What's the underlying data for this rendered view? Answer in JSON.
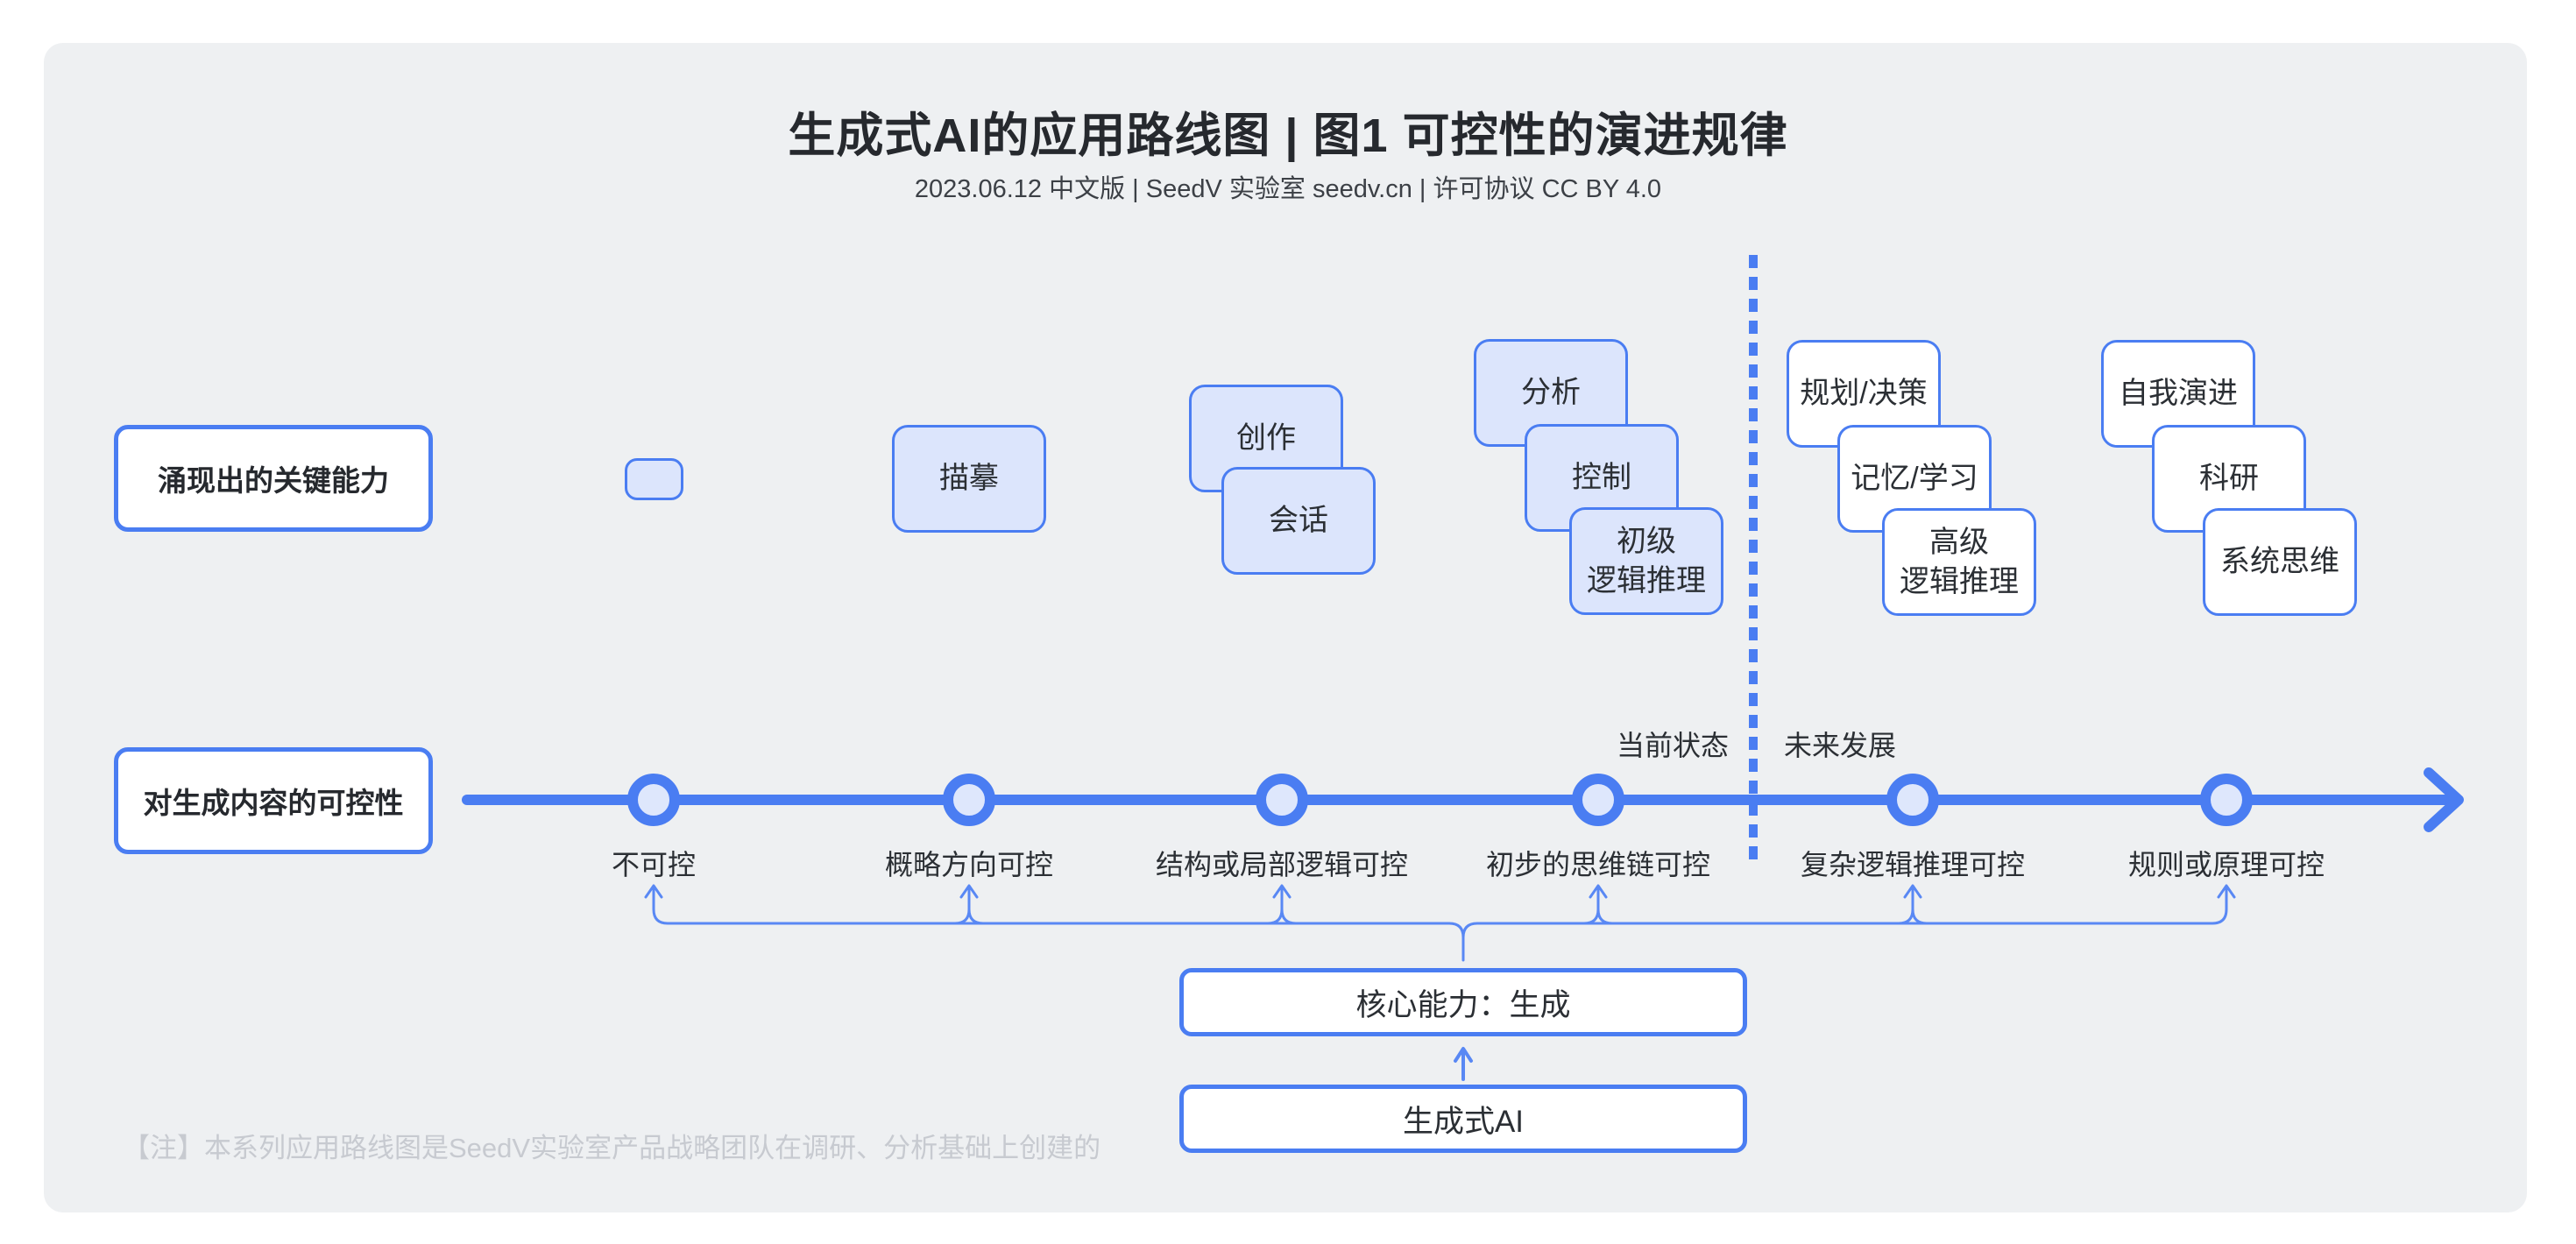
{
  "header": {
    "title": "生成式AI的应用路线图 | 图1 可控性的演进规律",
    "subtitle": "2023.06.12 中文版 | SeedV 实验室 seedv.cn | 许可协议 CC BY 4.0"
  },
  "row_labels": {
    "capabilities": "涌现出的关键能力",
    "controllability": "对生成内容的可控性"
  },
  "capability_groups": [
    {
      "cards": [
        {
          "label": ""
        }
      ]
    },
    {
      "cards": [
        {
          "label": "描摹"
        }
      ]
    },
    {
      "cards": [
        {
          "label": "创作"
        },
        {
          "label": "会话"
        }
      ]
    },
    {
      "cards": [
        {
          "label": "分析"
        },
        {
          "label": "控制"
        },
        {
          "label": "初级\n逻辑推理"
        }
      ]
    },
    {
      "cards": [
        {
          "label": "规划/决策"
        },
        {
          "label": "记忆/学习"
        },
        {
          "label": "高级\n逻辑推理"
        }
      ]
    },
    {
      "cards": [
        {
          "label": "自我演进"
        },
        {
          "label": "科研"
        },
        {
          "label": "系统思维"
        }
      ]
    }
  ],
  "phase": {
    "current": "当前状态",
    "future": "未来发展"
  },
  "timeline": {
    "stages": [
      "不可控",
      "概略方向可控",
      "结构或局部逻辑可控",
      "初步的思维链可控",
      "复杂逻辑推理可控",
      "规则或原理可控"
    ]
  },
  "bottom": {
    "core_capability": "核心能力：生成",
    "generative_ai": "生成式AI"
  },
  "footnote": "【注】本系列应用路线图是SeedV实验室产品战略团队在调研、分析基础上创建的",
  "colors": {
    "accent_blue": "#4a7df2",
    "thin_line_blue": "#5988f4",
    "card_fill_blue": "#dce5fc",
    "node_inner_blue": "#dee7fc",
    "panel_gray": "#eef0f2",
    "title_dark": "#26292e",
    "note_gray": "#c7cad0"
  }
}
